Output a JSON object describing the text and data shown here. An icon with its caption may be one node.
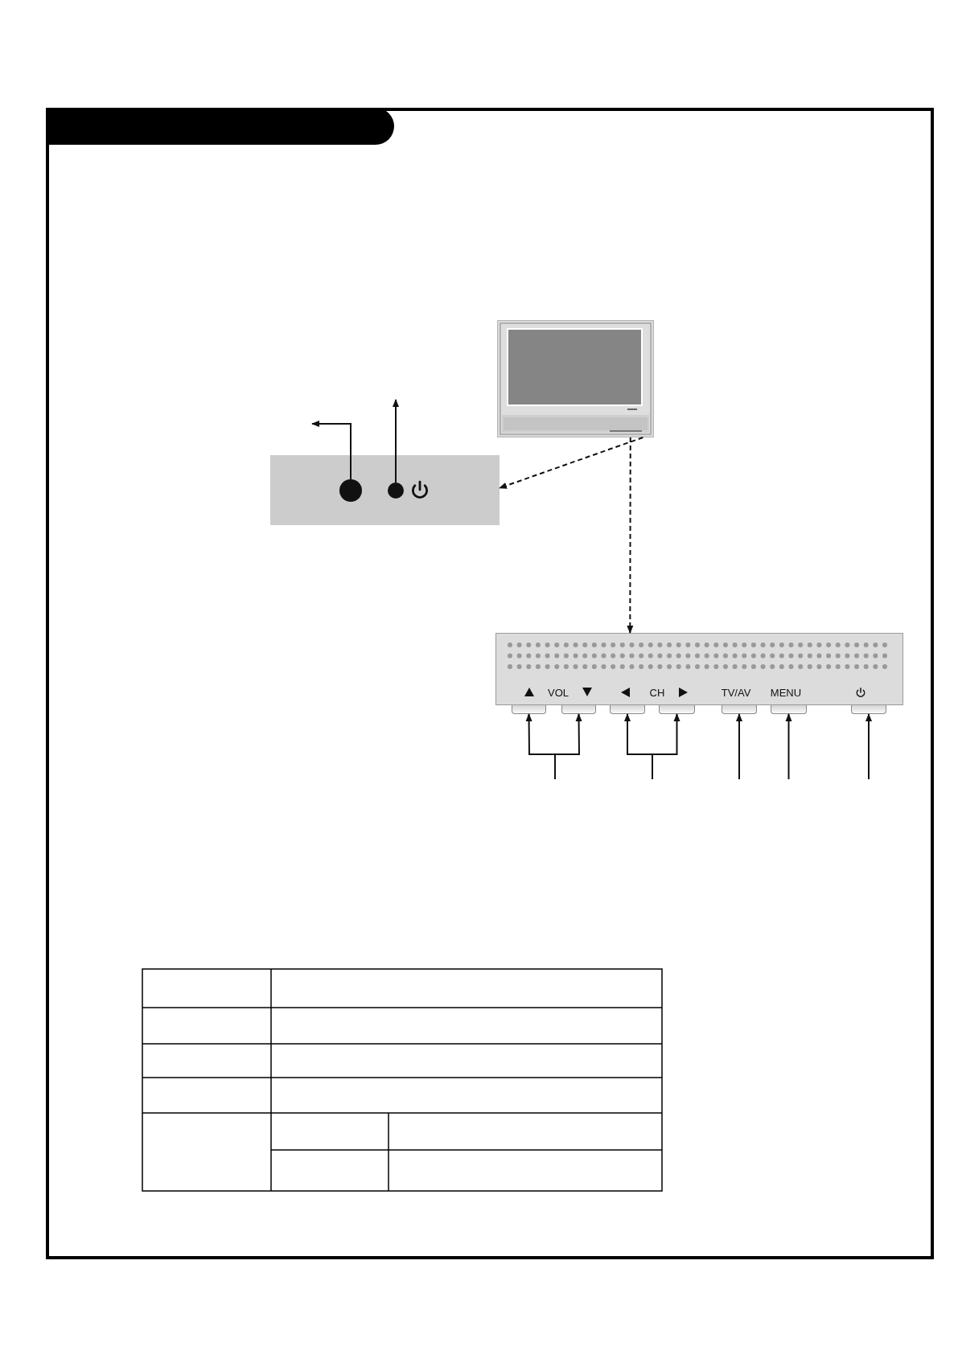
{
  "diagram": {
    "nodes": [
      {
        "text": [],
        "shape": "picture"
      },
      {
        "text": [],
        "shape": "box"
      },
      {
        "text": [],
        "shape": "circle",
        "in": 1
      },
      {
        "text": [],
        "shape": "circle",
        "in": 1
      },
      {
        "text": [],
        "shape": "box"
      },
      {
        "text": [],
        "shape": "box"
      },
      {
        "text": [],
        "shape": "box"
      },
      {
        "text": [],
        "shape": "box"
      },
      {
        "text": [],
        "shape": "box"
      },
      {
        "text": [],
        "shape": "box"
      },
      {
        "text": [],
        "shape": "box"
      },
      {
        "text": [],
        "shape": "box"
      }
    ],
    "edges": [
      {
        "from": 2,
        "to": null,
        "arrow": "to"
      },
      {
        "from": 3,
        "to": null,
        "arrow": "to"
      },
      {
        "from": 0,
        "to": 1,
        "arrow": "to",
        "style": "dashed"
      },
      {
        "from": 0,
        "to": 4,
        "arrow": "to",
        "style": "dashed"
      },
      {
        "from": null,
        "to": 5,
        "arrow": "to"
      },
      {
        "from": null,
        "to": 6,
        "arrow": "to"
      },
      {
        "from": null,
        "to": 7,
        "arrow": "to"
      },
      {
        "from": null,
        "to": 8,
        "arrow": "to"
      },
      {
        "from": null,
        "to": 9,
        "arrow": "to"
      },
      {
        "from": null,
        "to": 10,
        "arrow": "to"
      },
      {
        "from": null,
        "to": 11,
        "arrow": "to"
      }
    ],
    "labels": [
      "VOL",
      "CH",
      "TV/AV",
      "MENU"
    ]
  }
}
